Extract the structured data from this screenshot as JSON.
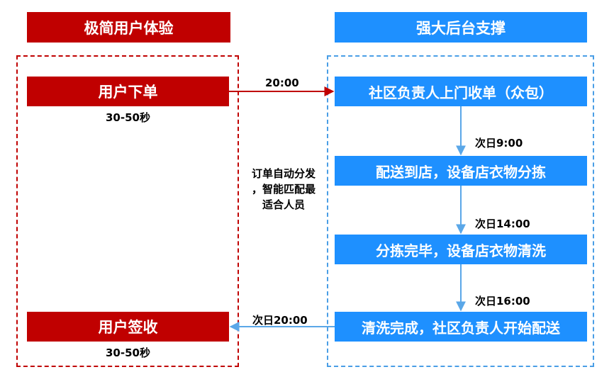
{
  "headers": {
    "left": "极简用户体验",
    "right": "强大后台支撑"
  },
  "user": {
    "order_label": "用户下单",
    "order_time": "30-50秒",
    "sign_label": "用户签收",
    "sign_time": "30-50秒"
  },
  "middle_note": {
    "lines": [
      "订单自动分发",
      "，智能匹配最",
      "适合人员"
    ]
  },
  "steps": [
    {
      "label": "社区负责人上门收单（众包）"
    },
    {
      "label": "配送到店，设备店衣物分拣"
    },
    {
      "label": "分拣完毕，设备店衣物清洗"
    },
    {
      "label": "清洗完成，社区负责人开始配送"
    }
  ],
  "times": {
    "pickup": "20:00",
    "t1": "次日9:00",
    "t2": "次日14:00",
    "t3": "次日16:00",
    "delivery": "次日20:00"
  },
  "colors": {
    "red": "#c00000",
    "blue": "#1e90ff",
    "blue_dash": "#4a9ee6",
    "arrow_blue": "#5aa7e8"
  }
}
